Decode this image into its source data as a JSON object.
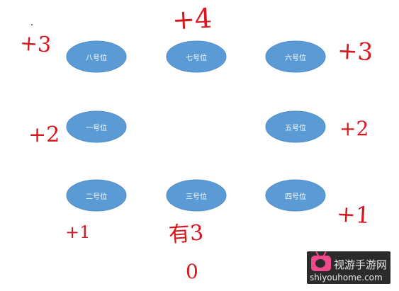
{
  "seats": [
    {
      "id": "8",
      "label": "八号位"
    },
    {
      "id": "7",
      "label": "七号位"
    },
    {
      "id": "6",
      "label": "六号位"
    },
    {
      "id": "1",
      "label": "一号位"
    },
    {
      "id": "5",
      "label": "五号位"
    },
    {
      "id": "2",
      "label": "二号位"
    },
    {
      "id": "3",
      "label": "三号位"
    },
    {
      "id": "4",
      "label": "四号位"
    }
  ],
  "annotations": {
    "seat8": "+3",
    "seat7": "+4",
    "seat6": "+3",
    "seat1": "+2",
    "seat5": "+2",
    "seat2": "+1",
    "seat3_text": "有3",
    "seat3_value": "0",
    "seat4": "+1"
  },
  "watermark": {
    "brand": "视游手游网",
    "domain": "shiyouhome.com"
  },
  "colors": {
    "ellipse_fill": "#5b9bd5",
    "ellipse_stroke": "#4f8cc4",
    "annotation": "#d8141c"
  }
}
